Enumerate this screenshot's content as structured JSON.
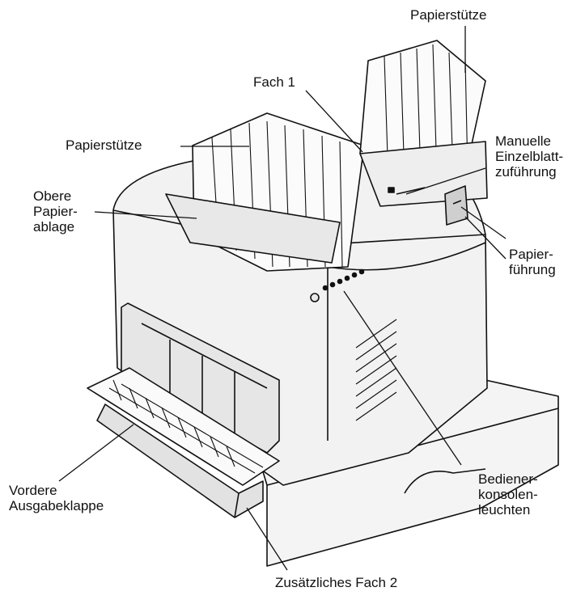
{
  "labels": {
    "paper_support_top": "Papierstütze",
    "tray1": "Fach 1",
    "paper_support_left": "Papierstütze",
    "manual_feed": [
      "Manuelle",
      "Einzelblatt-",
      "zuführung"
    ],
    "top_output": [
      "Obere",
      "Papier-",
      "ablage"
    ],
    "paper_guide": [
      "Papier-",
      "führung"
    ],
    "front_output": [
      "Vordere",
      "Ausgabeklappe"
    ],
    "operator_lights": [
      "Bediener-",
      "konsolen-",
      "leuchten"
    ],
    "tray2": "Zusätzliches Fach 2"
  },
  "colors": {
    "line": "#111111",
    "body": "#f2f2f2",
    "shade": "#d9d9d9",
    "dark": "#444444"
  }
}
